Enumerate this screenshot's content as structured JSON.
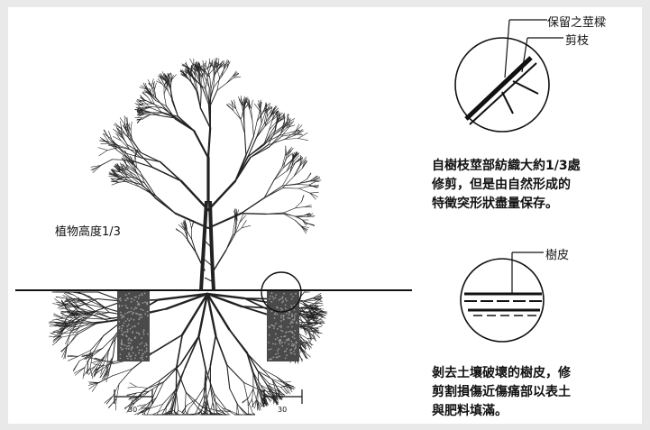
{
  "labels": {
    "prune_amount": "植物高度1/3",
    "preserve_collar": "保留之莖樑",
    "prune_cut": "剪枝",
    "bark": "樹皮"
  },
  "notes": {
    "branch_note": [
      "自樹枝莖部紡織大約1/3處",
      "修剪，但是由自然形成的",
      "特徵突形狀盡量保存。"
    ],
    "root_note": [
      "剝去土壤破壞的樹皮，修",
      "剪割損傷近傷痛部以表土",
      "與肥料填滿。"
    ]
  },
  "dimensions": {
    "left_width": "30",
    "right_width": "30"
  }
}
